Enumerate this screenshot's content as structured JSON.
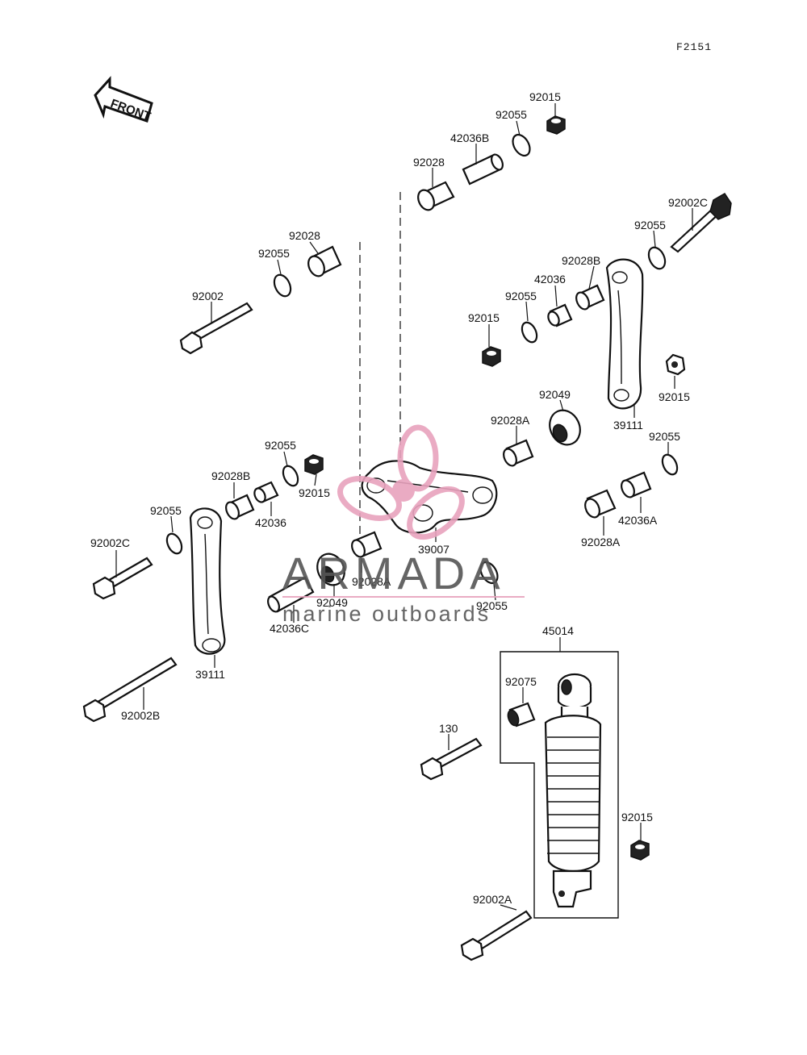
{
  "diagram": {
    "code": "F2151",
    "front_label": "FRONT"
  },
  "watermark": {
    "brand": "ARMADA",
    "tagline": "marine outboards",
    "color_pink": "#e8a2bd",
    "color_text": "#555555"
  },
  "labels": [
    {
      "id": "l01",
      "text": "92015"
    },
    {
      "id": "l02",
      "text": "92055"
    },
    {
      "id": "l03",
      "text": "42036B"
    },
    {
      "id": "l04",
      "text": "92028"
    },
    {
      "id": "l05",
      "text": "92002C"
    },
    {
      "id": "l06",
      "text": "92055"
    },
    {
      "id": "l07",
      "text": "92028"
    },
    {
      "id": "l08",
      "text": "92055"
    },
    {
      "id": "l09",
      "text": "92002"
    },
    {
      "id": "l10",
      "text": "92028B"
    },
    {
      "id": "l11",
      "text": "42036"
    },
    {
      "id": "l12",
      "text": "92055"
    },
    {
      "id": "l13",
      "text": "92015"
    },
    {
      "id": "l14",
      "text": "92015"
    },
    {
      "id": "l15",
      "text": "92049"
    },
    {
      "id": "l16",
      "text": "39111"
    },
    {
      "id": "l17",
      "text": "92028A"
    },
    {
      "id": "l18",
      "text": "92055"
    },
    {
      "id": "l19",
      "text": "92055"
    },
    {
      "id": "l20",
      "text": "92028B"
    },
    {
      "id": "l21",
      "text": "92015"
    },
    {
      "id": "l22",
      "text": "42036"
    },
    {
      "id": "l23",
      "text": "92055"
    },
    {
      "id": "l24",
      "text": "39007"
    },
    {
      "id": "l25",
      "text": "42036A"
    },
    {
      "id": "l26",
      "text": "92028A"
    },
    {
      "id": "l27",
      "text": "92002C"
    },
    {
      "id": "l28",
      "text": "92028A"
    },
    {
      "id": "l29",
      "text": "92049"
    },
    {
      "id": "l30",
      "text": "92055"
    },
    {
      "id": "l31",
      "text": "42036C"
    },
    {
      "id": "l32",
      "text": "39111"
    },
    {
      "id": "l33",
      "text": "45014"
    },
    {
      "id": "l34",
      "text": "92075"
    },
    {
      "id": "l35",
      "text": "92002B"
    },
    {
      "id": "l36",
      "text": "130"
    },
    {
      "id": "l37",
      "text": "92015"
    },
    {
      "id": "l38",
      "text": "92002A"
    }
  ]
}
